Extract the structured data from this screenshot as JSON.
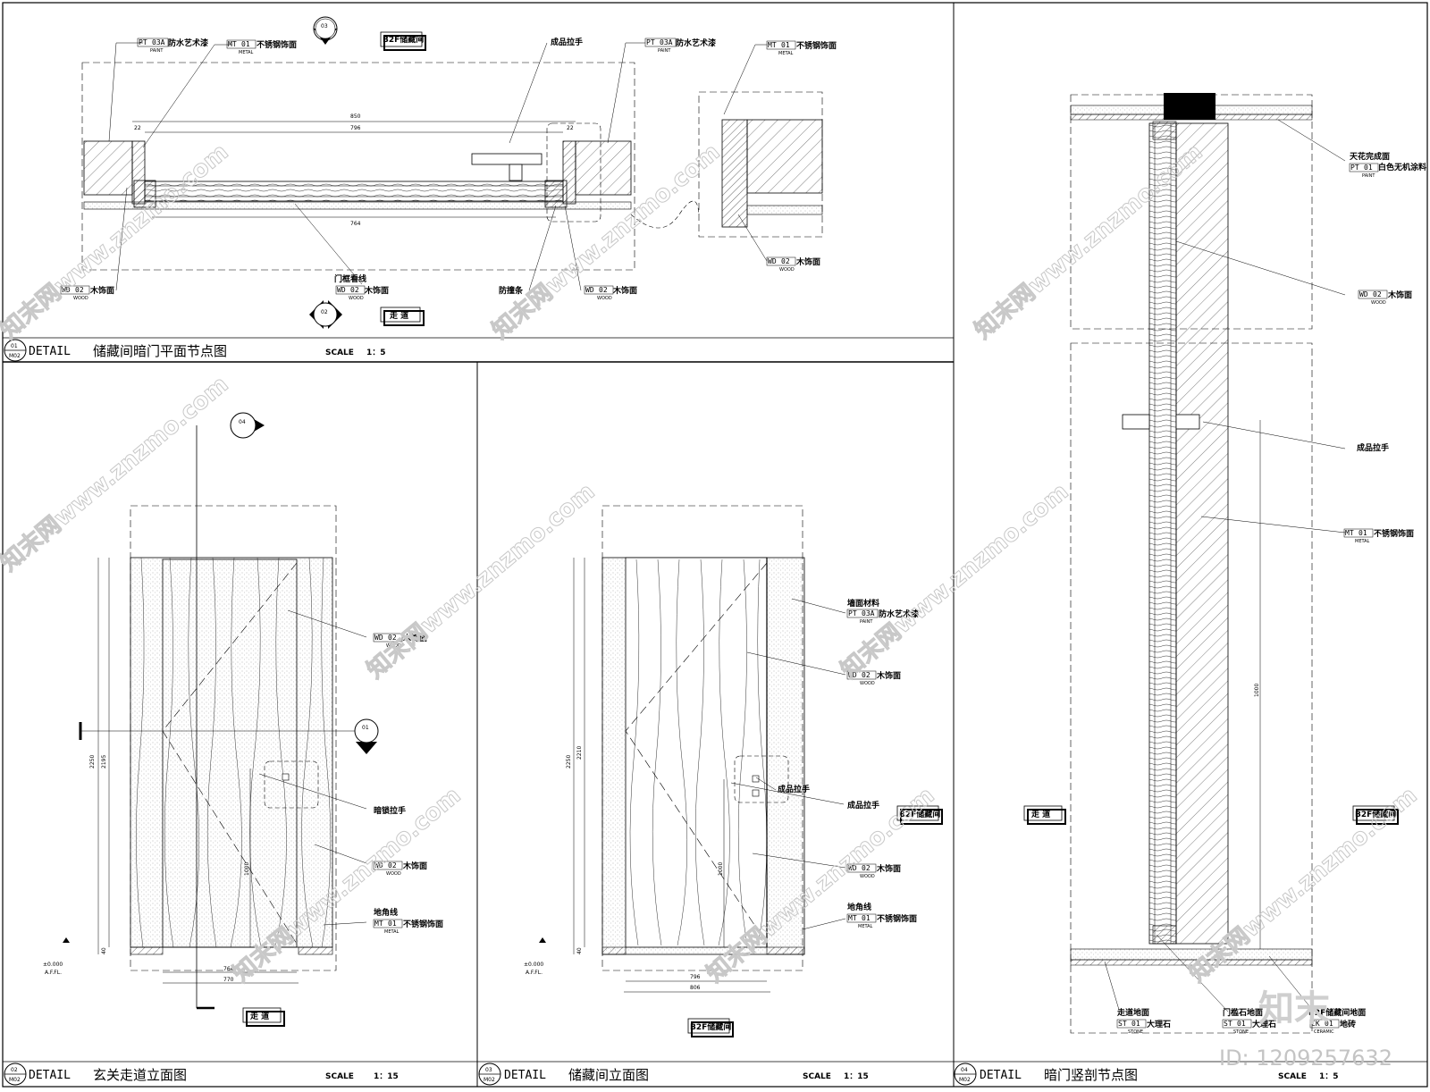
{
  "panels": {
    "p1": {
      "num": "01",
      "sheet": "M02",
      "detail": "DETAIL",
      "title": "储藏间暗门平面节点图",
      "scale_label": "SCALE",
      "scale": "1：5"
    },
    "p2": {
      "num": "02",
      "sheet": "M02",
      "detail": "DETAIL",
      "title": "玄关走道立面图",
      "scale_label": "SCALE",
      "scale": "1：15"
    },
    "p3": {
      "num": "03",
      "sheet": "M02",
      "detail": "DETAIL",
      "title": "储藏间立面图",
      "scale_label": "SCALE",
      "scale": "1：15"
    },
    "p4": {
      "num": "04",
      "sheet": "M02",
      "detail": "DETAIL",
      "title": "暗门竖剖节点图",
      "scale_label": "SCALE",
      "scale": "1：5"
    }
  },
  "room_tags": {
    "storage": "B2F储藏间",
    "corridor": "走 道"
  },
  "section_marks": {
    "m03": "03",
    "m02": "02",
    "m04": "04",
    "m01": "01"
  },
  "materials": {
    "pt03a": {
      "c1": "PT",
      "c2": "03A",
      "sub": "PAINT",
      "name": "防水艺术漆"
    },
    "pt01": {
      "c1": "PT",
      "c2": "01",
      "sub": "PAINT",
      "name": "白色无机涂料"
    },
    "mt01": {
      "c1": "MT",
      "c2": "01",
      "sub": "METAL",
      "name": "不锈钢饰面"
    },
    "wd02": {
      "c1": "WD",
      "c2": "02",
      "sub": "WOOD",
      "name": "木饰面"
    },
    "st01": {
      "c1": "ST",
      "c2": "01",
      "sub": "STONE",
      "name": "大理石"
    },
    "ck01": {
      "c1": "CK",
      "c2": "01",
      "sub": "CERAMIC",
      "name": "地砖"
    }
  },
  "notes": {
    "handle": "成品拉手",
    "frame_line": "门框看线",
    "bumper": "防撞条",
    "lock_handle": "暗锁拉手",
    "skirting": "地角线",
    "wall_material": "墙面材料",
    "ceiling_finish": "天花完成面",
    "corridor_floor": "走道地面",
    "threshold_floor": "门槛石地面",
    "storage_floor": "B2F储藏间地面"
  },
  "dimensions": {
    "plan_850": "850",
    "plan_796": "796",
    "plan_764": "764",
    "plan_22": "22",
    "e2_h1": "2250",
    "e2_h2": "2195",
    "e2_1000": "1000",
    "e2_40": "40",
    "e2_764": "764",
    "e2_770": "770",
    "e3_h1": "2250",
    "e3_h2": "2210",
    "e3_1000": "1000",
    "e3_40": "40",
    "e3_796": "796",
    "e3_806": "806",
    "s4_1000": "1000",
    "level": "±0.000",
    "afl": "A.F.FL."
  },
  "watermark": {
    "text": "知末网www.znzmo.com",
    "brand": "知末",
    "id": "ID: 1209257632"
  }
}
